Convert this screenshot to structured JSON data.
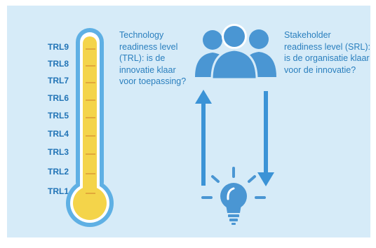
{
  "colors": {
    "panel_bg": "#d6ebf8",
    "blue_text": "#2a7fbe",
    "thermometer_outline": "#5fb0e4",
    "thermometer_fill": "#f4d44a",
    "icon_blue": "#4a96d3",
    "arrow_blue": "#3b93d6"
  },
  "trl_levels": [
    "TRL9",
    "TRL8",
    "TRL7",
    "TRL6",
    "TRL5",
    "TRL4",
    "TRL3",
    "TRL2",
    "TRL1"
  ],
  "trl_text": "Technology\nreadiness level\n(TRL): is de\ninnovatie klaar\nvoor toepassing?",
  "srl_text": "Stakeholder\nreadiness level (SRL):\nis de organisatie klaar\nvoor de innovatie?",
  "icons": {
    "thermometer": "thermometer-icon",
    "stakeholders": "people-group-icon",
    "innovation": "lightbulb-icon",
    "up": "arrow-up-icon",
    "down": "arrow-down-icon"
  }
}
